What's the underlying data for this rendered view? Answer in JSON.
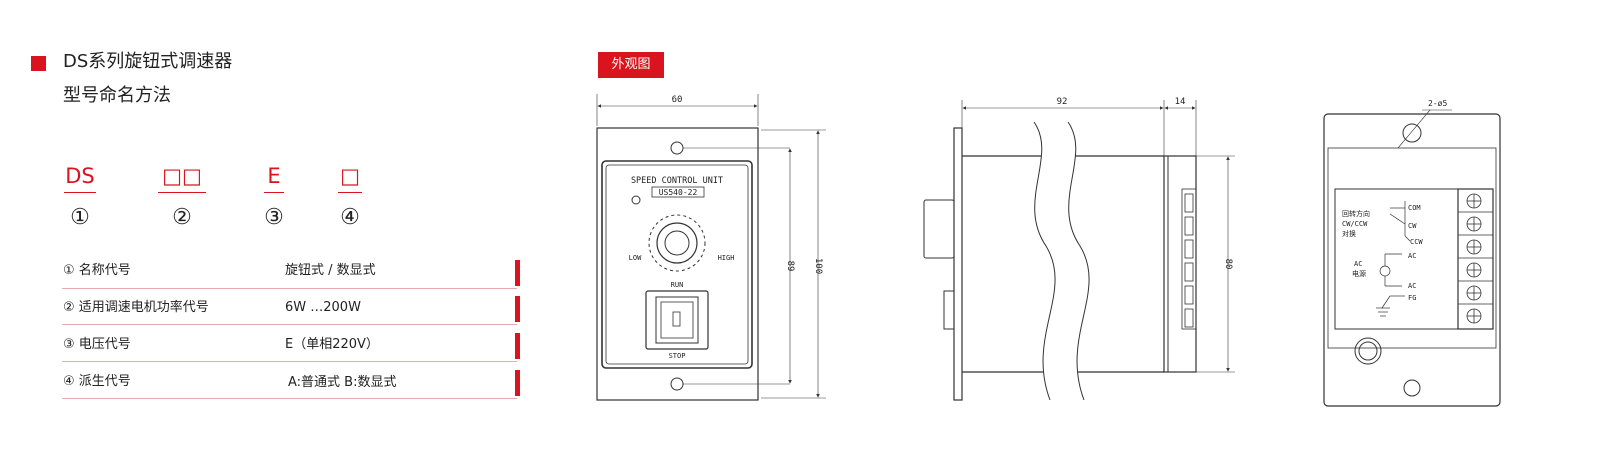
{
  "heading": {
    "title": "DS系列旋钮式调速器",
    "subtitle": "型号命名方法"
  },
  "model_code": {
    "parts": [
      "DS",
      "□□",
      "E",
      "□"
    ],
    "numbers": [
      "①",
      "②",
      "③",
      "④"
    ]
  },
  "spec_rows": [
    {
      "label": "① 名称代号",
      "value": "旋钮式 / 数显式"
    },
    {
      "label": "② 适用调速电机功率代号",
      "value": "6W …200W"
    },
    {
      "label": "③ 电压代号",
      "value": "E（单相220V）"
    },
    {
      "label": "④ 派生代号",
      "value": "A:普通式   B:数显式"
    }
  ],
  "appearance_badge": "外观图",
  "front_view": {
    "dim_width": "60",
    "dim_inner_height": "89",
    "dim_outer_height": "100",
    "panel_title": "SPEED CONTROL UNIT",
    "model_label": "US540-22",
    "knob_low": "LOW",
    "knob_high": "HIGH",
    "switch_run": "RUN",
    "switch_stop": "STOP"
  },
  "side_view": {
    "dim_length": "92",
    "dim_depth": "14",
    "dim_height": "80"
  },
  "rear_view": {
    "hole_label": "2-ø5",
    "rotation_label_1": "回转方向",
    "rotation_label_2": "CW/CCW",
    "rotation_label_3": "对换",
    "com": "COM",
    "cw": "CW",
    "ccw": "CCW",
    "ac_label_1": "AC",
    "ac_label_2": "电源",
    "ac_top": "AC",
    "ac_bottom": "AC",
    "fg": "FG"
  },
  "colors": {
    "accent": "#d9141f",
    "row_line": "#e7a9a9"
  }
}
